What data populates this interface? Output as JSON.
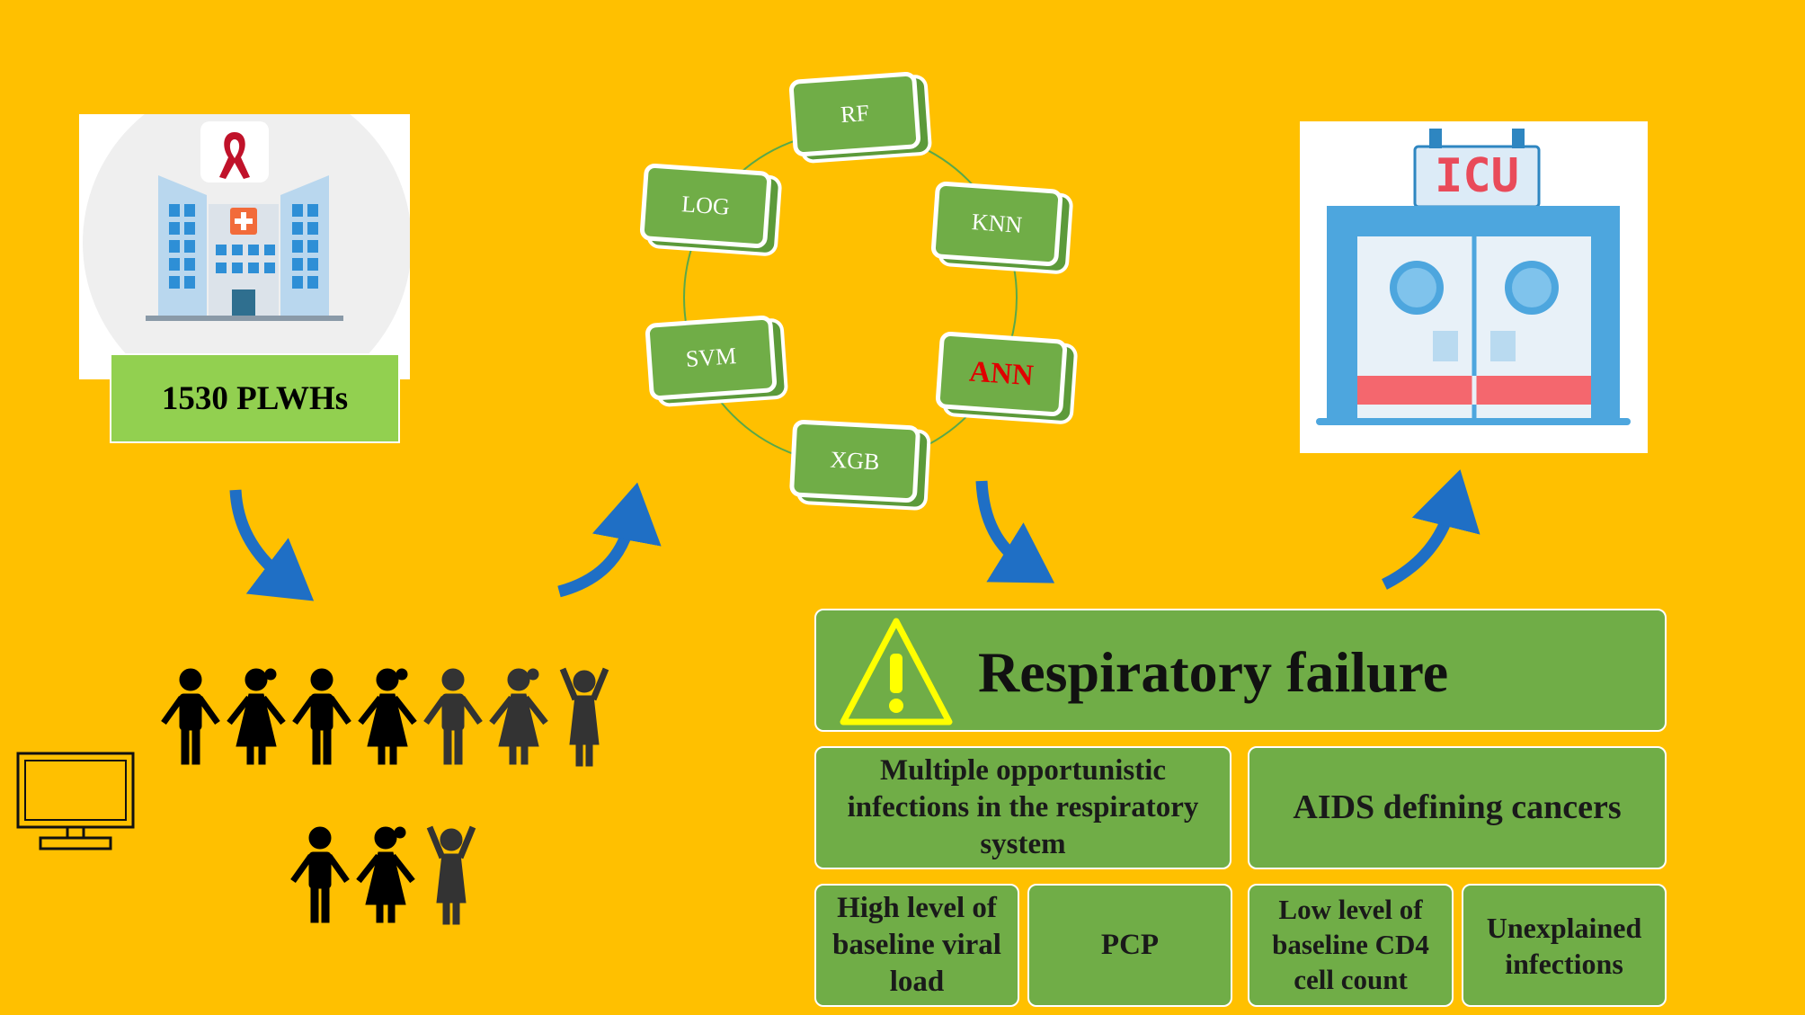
{
  "population": {
    "label": "1530 PLWHs"
  },
  "models": [
    {
      "label": "RF",
      "highlight": false
    },
    {
      "label": "KNN",
      "highlight": false
    },
    {
      "label": "ANN",
      "highlight": true
    },
    {
      "label": "XGB",
      "highlight": false
    },
    {
      "label": "SVM",
      "highlight": false
    },
    {
      "label": "LOG",
      "highlight": false
    }
  ],
  "icu": {
    "sign": "ICU"
  },
  "outcome": {
    "title": "Respiratory failure"
  },
  "factors": [
    {
      "label": "Multiple opportunistic infections in the respiratory system"
    },
    {
      "label": "AIDS defining cancers"
    },
    {
      "label": "High level of baseline viral load"
    },
    {
      "label": "PCP"
    },
    {
      "label": "Low level of baseline CD4 cell count"
    },
    {
      "label": "Unexplained infections"
    }
  ],
  "colors": {
    "background": "#FFC000",
    "box_green": "#70AD47",
    "label_green": "#92D050",
    "arrow_blue": "#1F6FC5",
    "highlight_red": "#E00000"
  },
  "icons": [
    "hospital-icon",
    "ribbon-icon",
    "people-icon",
    "monitor-icon",
    "icu-icon",
    "warning-icon",
    "arrow-icon"
  ]
}
